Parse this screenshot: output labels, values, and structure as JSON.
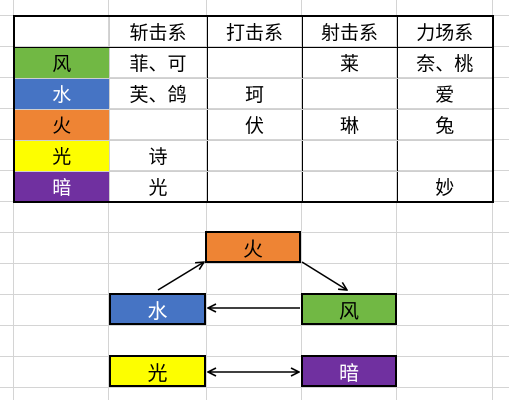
{
  "table": {
    "headers": [
      "",
      "斩击系",
      "打击系",
      "射击系",
      "力场系"
    ],
    "rows": [
      {
        "element": "风",
        "color": "#71b844",
        "text_light": false,
        "cells": [
          "菲、可",
          "",
          "莱",
          "奈、桃"
        ]
      },
      {
        "element": "水",
        "color": "#4674c4",
        "text_light": true,
        "cells": [
          "芙、鸽",
          "珂",
          "",
          "爱"
        ]
      },
      {
        "element": "火",
        "color": "#ee8434",
        "text_light": false,
        "cells": [
          "",
          "伏",
          "琳",
          "兔"
        ]
      },
      {
        "element": "光",
        "color": "#fdfe00",
        "text_light": false,
        "cells": [
          "诗",
          "",
          "",
          ""
        ]
      },
      {
        "element": "暗",
        "color": "#7030a0",
        "text_light": true,
        "cells": [
          "光",
          "",
          "",
          "妙"
        ]
      }
    ]
  },
  "diagram": {
    "fire": {
      "label": "火",
      "color": "#ee8434",
      "text_light": false
    },
    "water": {
      "label": "水",
      "color": "#4674c4",
      "text_light": true
    },
    "wind": {
      "label": "风",
      "color": "#71b844",
      "text_light": false
    },
    "light": {
      "label": "光",
      "color": "#fdfe00",
      "text_light": false
    },
    "dark": {
      "label": "暗",
      "color": "#7030a0",
      "text_light": true
    }
  }
}
